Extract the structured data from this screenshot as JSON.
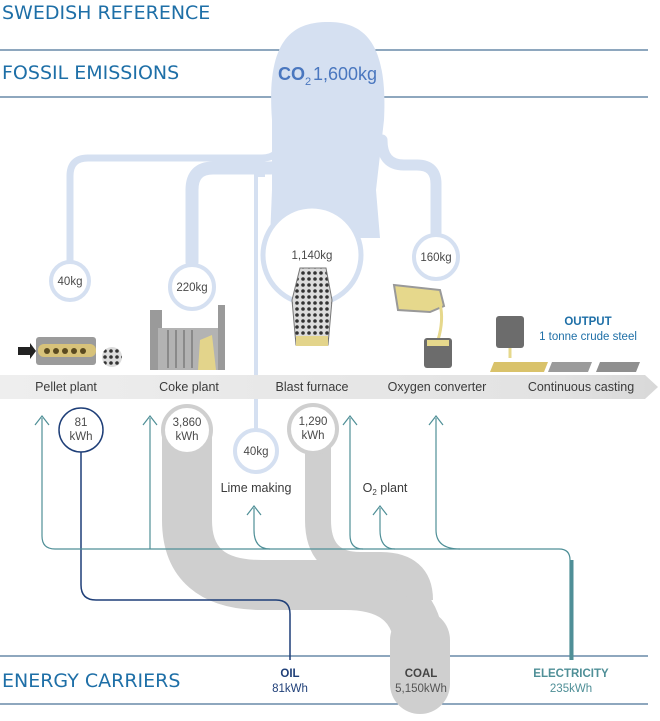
{
  "title": "SWEDISH REFERENCE",
  "sections": {
    "fossil": "FOSSIL EMISSIONS",
    "energy": "ENERGY CARRIERS"
  },
  "co2": {
    "chem": "CO",
    "sub": "2",
    "total": "1,600kg"
  },
  "emissions": {
    "pellet": "40kg",
    "coke": "220kg",
    "blast": "1,140kg",
    "oxygen": "160kg",
    "lime": "40kg"
  },
  "processes": {
    "pellet": "Pellet plant",
    "coke": "Coke plant",
    "blast": "Blast furnace",
    "oxygen": "Oxygen converter",
    "casting": "Continuous casting"
  },
  "output": {
    "title": "OUTPUT",
    "text": "1 tonne crude steel"
  },
  "energy_use": {
    "pellet": {
      "value": "81",
      "unit": "kWh"
    },
    "coke": {
      "value": "3,860",
      "unit": "kWh"
    },
    "blast": {
      "value": "1,290",
      "unit": "kWh"
    }
  },
  "side_processes": {
    "lime": "Lime making",
    "o2_prefix": "O",
    "o2_sub": "2",
    "o2_suffix": " plant"
  },
  "carriers": {
    "oil": {
      "name": "OIL",
      "value": "81kWh"
    },
    "coal": {
      "name": "COAL",
      "value": "5,150kWh"
    },
    "electricity": {
      "name": "ELECTRICITY",
      "value": "235kWh"
    }
  },
  "colors": {
    "header_blue": "#1e6fa7",
    "navy": "#1f3f78",
    "co2_blue": "#d5e0f1",
    "coal_gray": "#cfcfcf",
    "electricity_teal": "#4f8f97"
  }
}
